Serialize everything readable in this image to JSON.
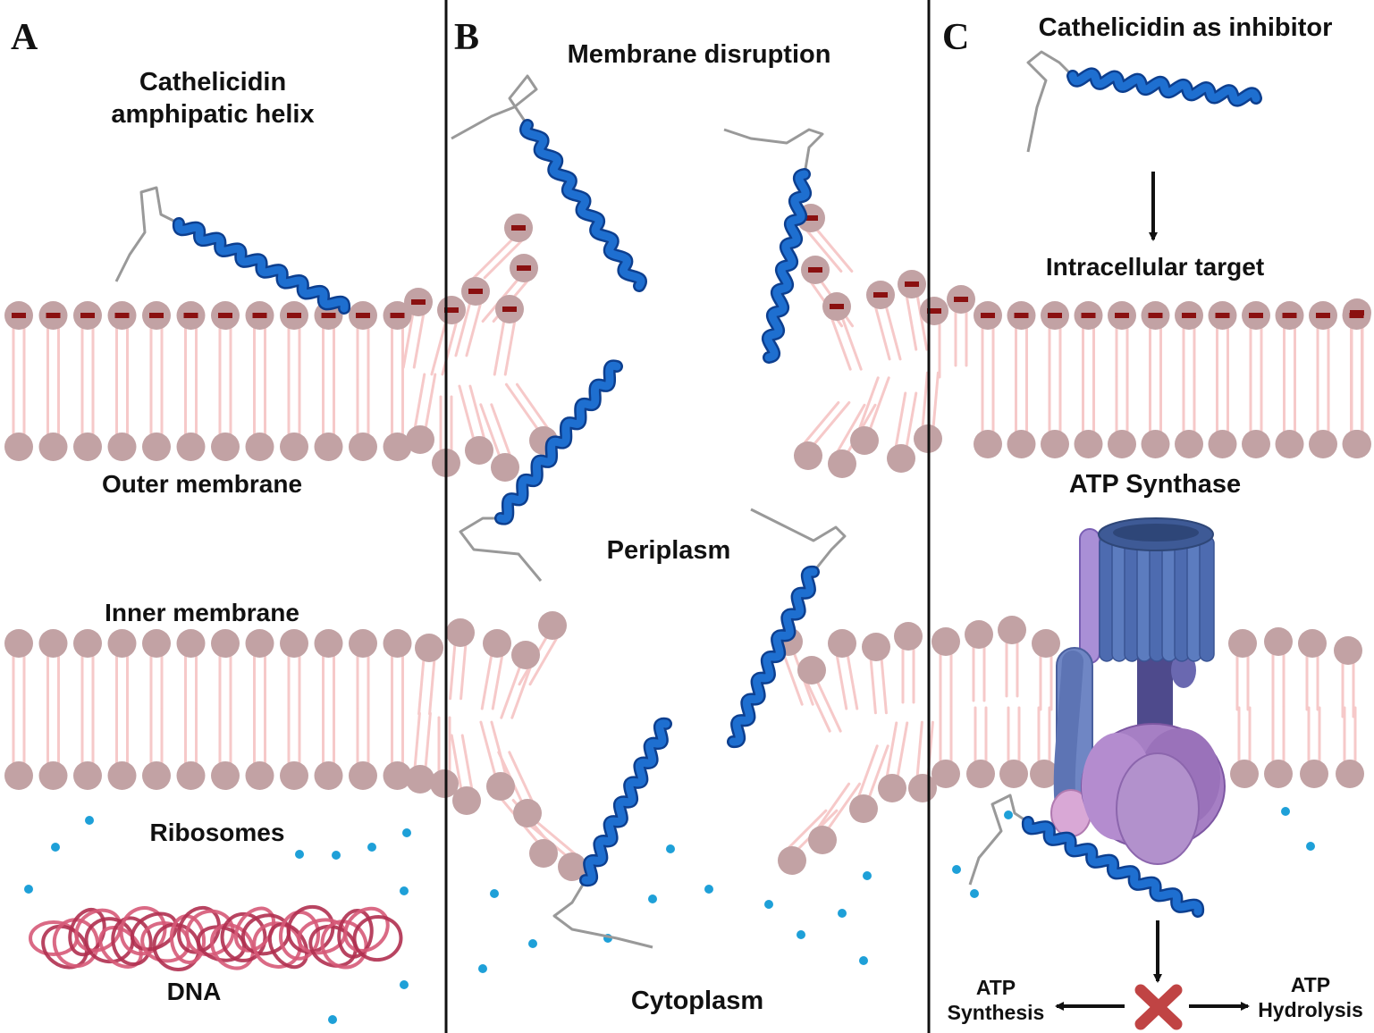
{
  "panels": {
    "a": {
      "letter": "A",
      "title_line1": "Cathelicidin",
      "title_line2": "amphipatic helix",
      "outer_membrane": "Outer membrane",
      "inner_membrane": "Inner membrane",
      "ribosomes": "Ribosomes",
      "dna": "DNA"
    },
    "b": {
      "letter": "B",
      "title": "Membrane disruption",
      "periplasm": "Periplasm",
      "cytoplasm": "Cytoplasm"
    },
    "c": {
      "letter": "C",
      "title": "Cathelicidin as inhibitor",
      "target": "Intracellular target",
      "enzyme": "ATP Synthase",
      "synthesis_line1": "ATP",
      "synthesis_line2": "Synthesis",
      "hydrolysis_line1": "ATP",
      "hydrolysis_line2": "Hydrolysis"
    }
  },
  "colors": {
    "helix": "#1e6fd0",
    "helix_dark": "#0d3f8f",
    "lipid_head": "#c2a2a4",
    "lipid_tail": "#f6c9c9",
    "charge": "#8a1010",
    "ribosome": "#1ea0d8",
    "dna": "#b03050",
    "inhibit_cross": "#c04444"
  },
  "icons": {
    "charge_marker": "minus-sign-icon",
    "arrow": "arrow-icon",
    "inhibition": "red-cross-icon"
  }
}
